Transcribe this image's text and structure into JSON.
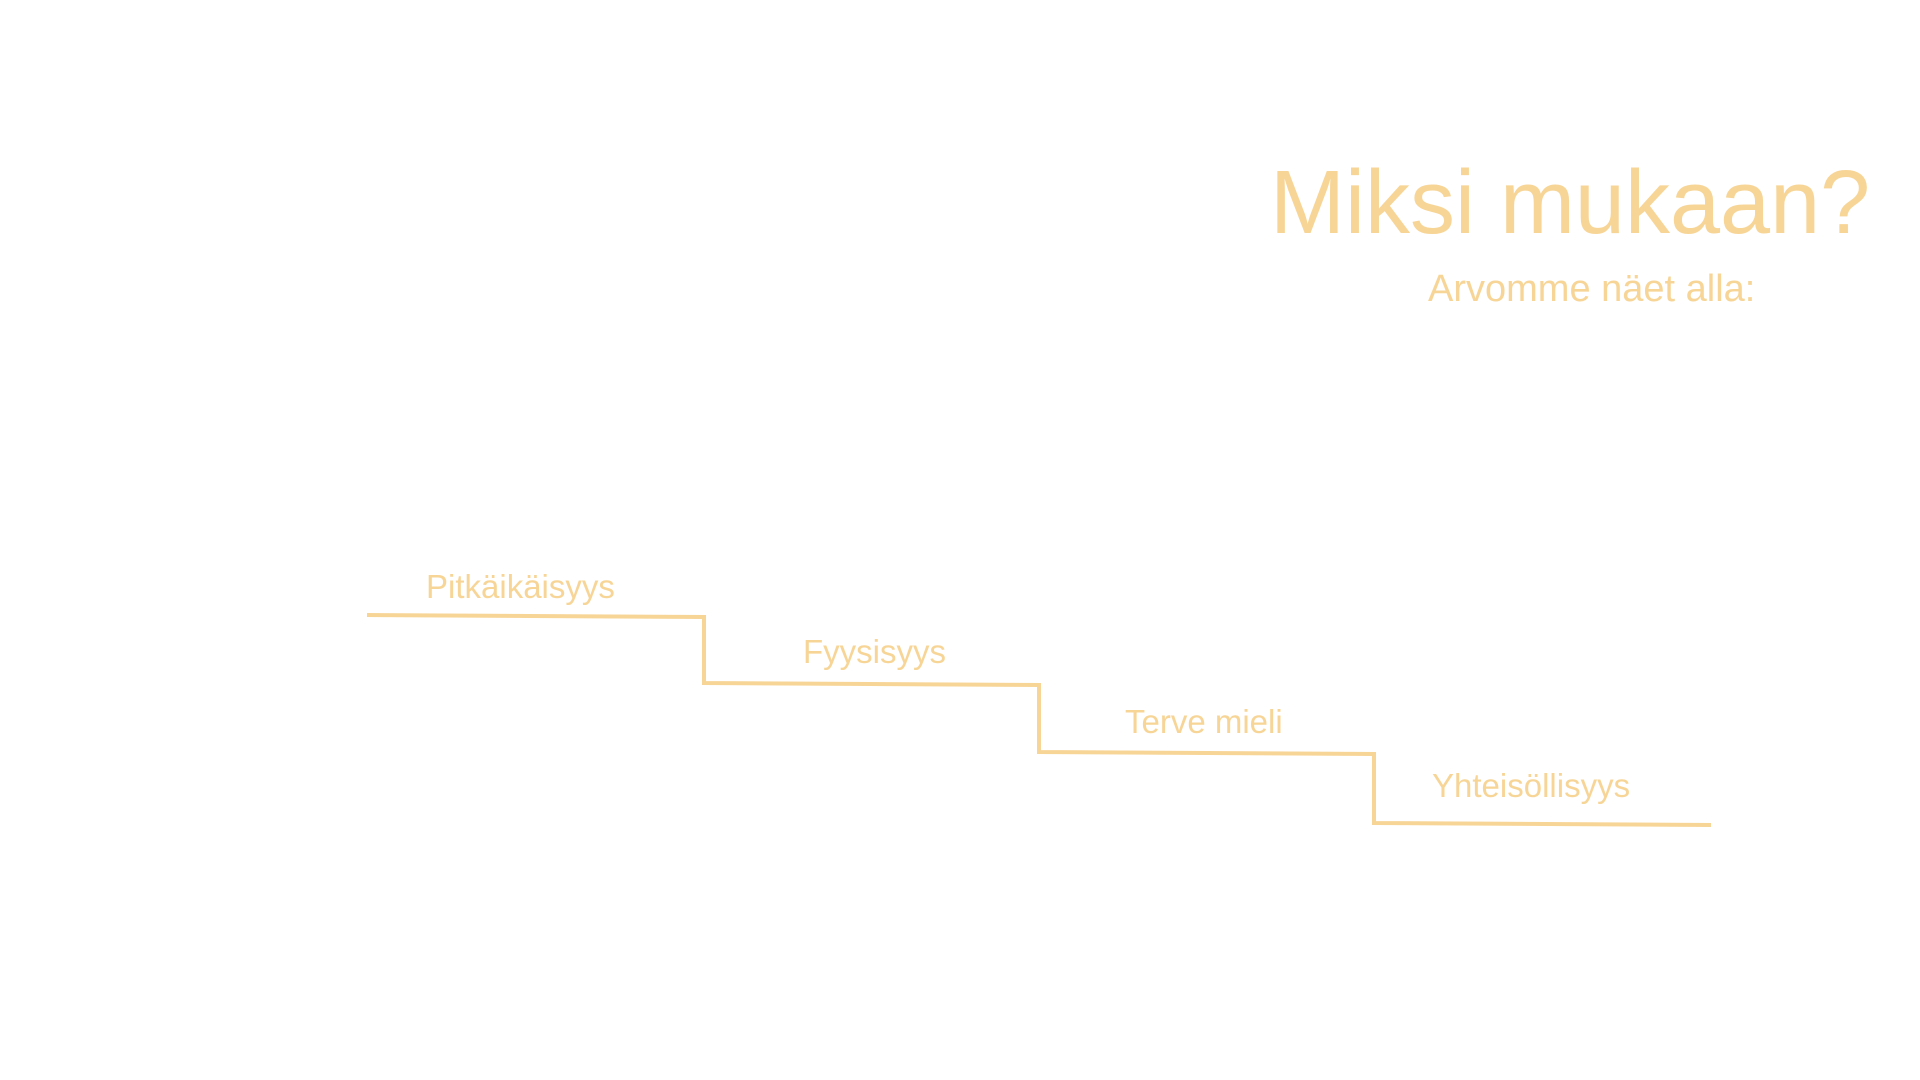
{
  "slide": {
    "title": "Miksi mukaan?",
    "subtitle": "Arvomme näet alla:",
    "accent_color": "#f7d597",
    "steps": [
      {
        "label": "Pitkäikäisyys"
      },
      {
        "label": "Fyysisyys"
      },
      {
        "label": "Terve mieli"
      },
      {
        "label": "Yhteisöllisyys"
      }
    ]
  }
}
